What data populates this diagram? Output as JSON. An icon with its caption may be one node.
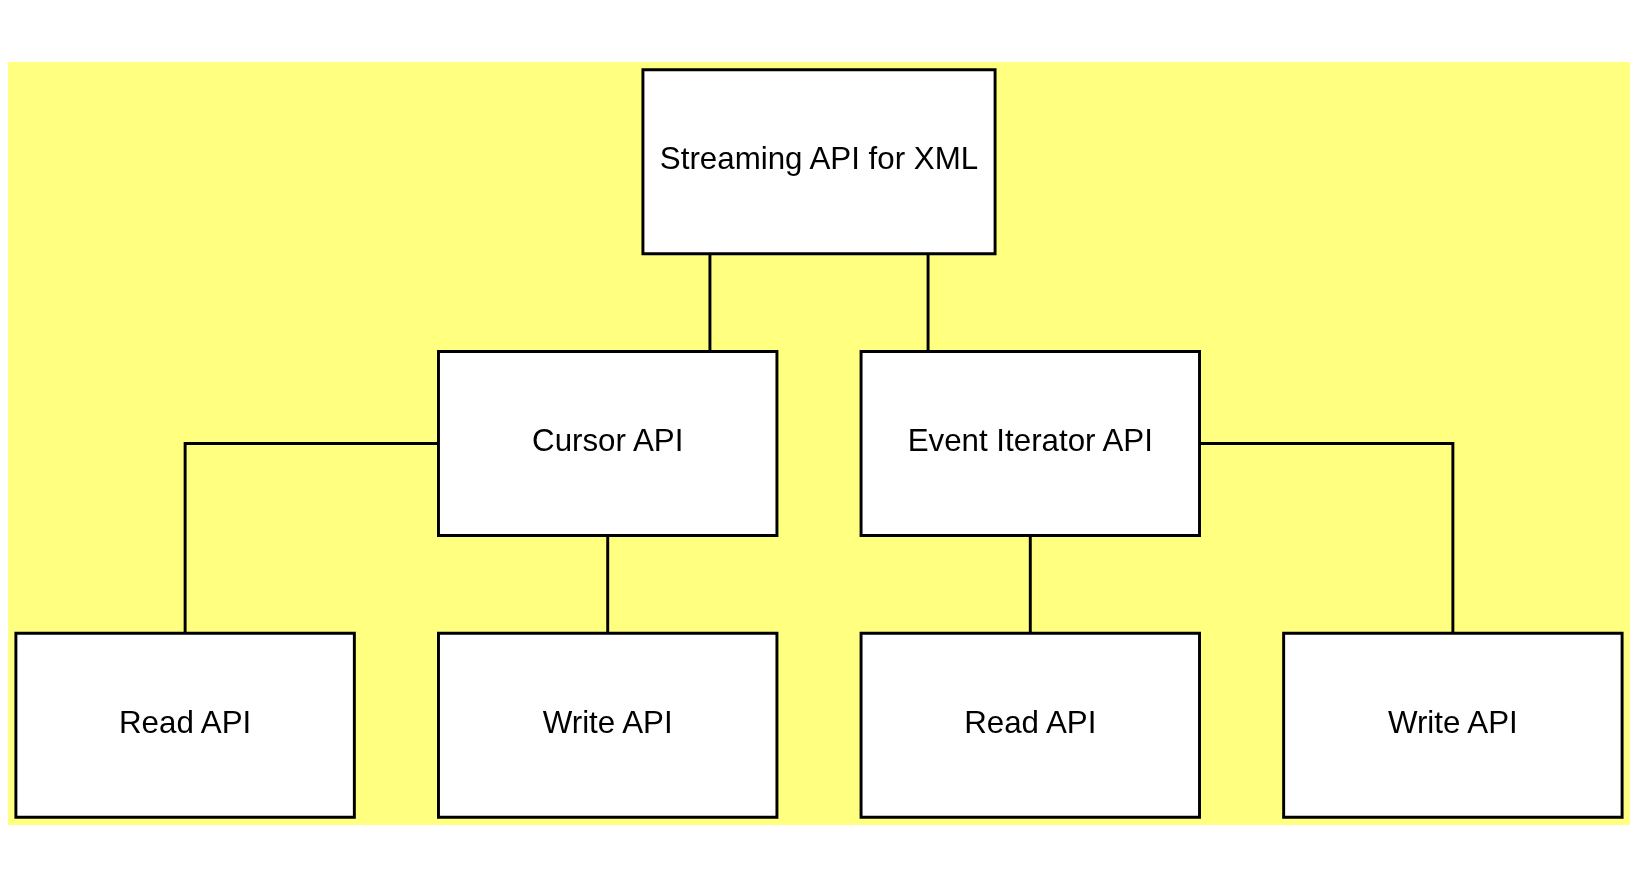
{
  "diagram": {
    "nodes": [
      {
        "text": [
          "Streaming API for XML"
        ]
      },
      {
        "text": [
          "Cursor API"
        ]
      },
      {
        "text": [
          "Event Iterator API"
        ]
      },
      {
        "text": [
          "Read API"
        ]
      },
      {
        "text": [
          "Write API"
        ]
      },
      {
        "text": [
          "Read API"
        ]
      },
      {
        "text": [
          "Write API"
        ]
      }
    ],
    "edges": [
      {
        "from": 0,
        "to": 1,
        "arrow": "none"
      },
      {
        "from": 0,
        "to": 2,
        "arrow": "none"
      },
      {
        "from": 1,
        "to": 3,
        "arrow": "none"
      },
      {
        "from": 1,
        "to": 4,
        "arrow": "none"
      },
      {
        "from": 2,
        "to": 5,
        "arrow": "none"
      },
      {
        "from": 2,
        "to": 6,
        "arrow": "none"
      }
    ]
  }
}
